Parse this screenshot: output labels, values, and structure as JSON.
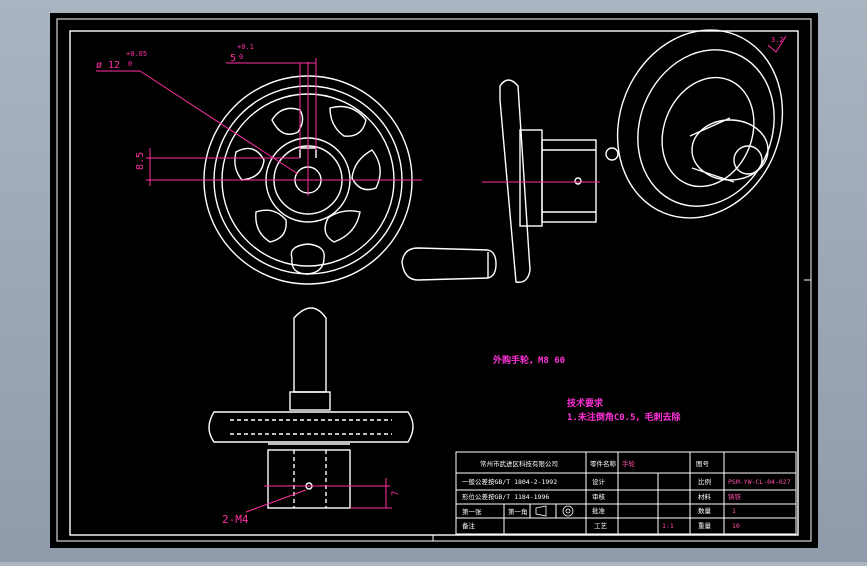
{
  "colors": {
    "background": "#000000",
    "frame": "#ffffff",
    "dimension": "#ff2fa3",
    "note": "#ff30d8",
    "table_text": "#ff4fa8",
    "workspace": "#98a5b4"
  },
  "dimensions": {
    "bore_diameter": "ø 12",
    "bore_tol_upper": "+0.05",
    "bore_tol_lower": "0",
    "key_width": "5",
    "key_tol_upper": "+0.1",
    "key_tol_lower": "0",
    "key_depth": "8.5",
    "thread_callout": "2-M4",
    "side_dimension": "7",
    "roughness": "3.2"
  },
  "notes": {
    "material_note": "外购手轮，M8 60",
    "tech_req_title": "技术要求",
    "tech_req_line1": "1.未注倒角C0.5，毛刺去除"
  },
  "title_block": {
    "company": "常州市武进区科技有限公司",
    "ref_std1": "一般公差按GB/T 1804-2-1992",
    "ref_std2": "形位公差按GB/T 1184-1996",
    "label_design": "设计",
    "label_check": "审核",
    "label_scale": "比例",
    "label_weight": "重量",
    "label_craft": "工艺",
    "label_approve": "批准",
    "label_part_name": "零件名称",
    "label_drawing_no": "图号",
    "label_material": "材料",
    "label_qty": "数量",
    "part_name": "手轮",
    "drawing_no": "PSM-YW-CL-04-027",
    "material": "铸铁",
    "quantity": "1",
    "sheet_label": "第一张",
    "projection": "第一角",
    "remarks_label": "备注",
    "craft_value": "1:1",
    "page_value": "10"
  }
}
